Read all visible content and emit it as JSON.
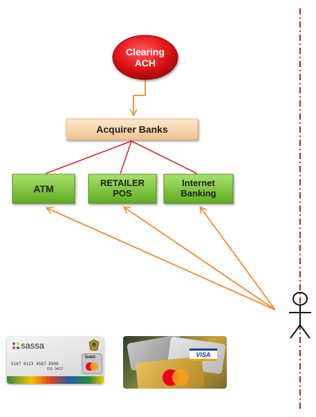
{
  "nodes": {
    "clearing": {
      "label": "Clearing\nACH"
    },
    "acquirer": {
      "label": "Acquirer Banks"
    },
    "atm": {
      "label": "ATM"
    },
    "retailer_pos": {
      "label": "RETAILER\nPOS"
    },
    "internet_banking": {
      "label": "Internet\nBanking"
    }
  },
  "edges": [
    {
      "from": "clearing",
      "to": "acquirer",
      "style": "orange double-arrow elbow"
    },
    {
      "from": "acquirer",
      "to": "atm",
      "style": "red line"
    },
    {
      "from": "acquirer",
      "to": "retailer_pos",
      "style": "red line"
    },
    {
      "from": "acquirer",
      "to": "internet_banking",
      "style": "red line"
    },
    {
      "from": "customer",
      "to": "atm",
      "style": "orange arrow"
    },
    {
      "from": "customer",
      "to": "retailer_pos",
      "style": "orange arrow"
    },
    {
      "from": "customer",
      "to": "internet_banking",
      "style": "orange arrow"
    }
  ],
  "cards": {
    "sassa": {
      "brand": "sassa",
      "number": "5167 0123 4567 8900",
      "expiry_prefix": "ISS",
      "expiry": "04/17",
      "badge": "Debit"
    },
    "photo": {
      "badge": "VISA"
    }
  },
  "icons": [
    "stick-figure-icon",
    "sassa-card-image",
    "credit-cards-photo",
    "mastercard-logo",
    "visa-logo"
  ],
  "colors": {
    "clearing_fill": "#e4141b",
    "acquirer_fill": "#f6d6ac",
    "channel_fill": "#7fc43b",
    "edge_red": "#d42a2a",
    "arrow_orange": "#ee8b2f",
    "divider": "#b52020"
  }
}
